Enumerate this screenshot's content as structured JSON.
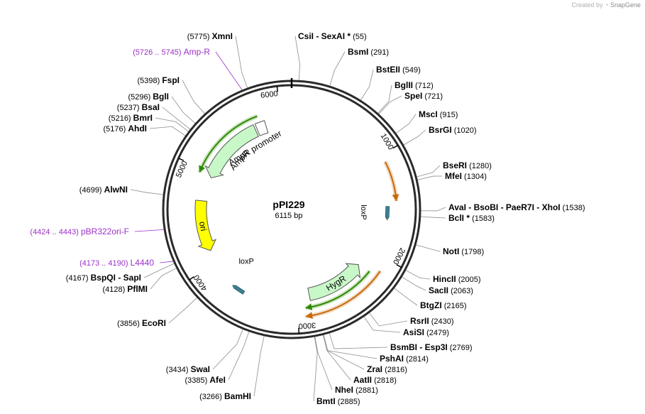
{
  "credit": {
    "prefix": "Created by",
    "brand": "SnapGene"
  },
  "plasmid": {
    "name": "pPI229",
    "length_label": "6115 bp",
    "length": 6115
  },
  "colors": {
    "backbone": "#2a2a2a",
    "enzyme_line": "#8c8c8c",
    "enzyme_label": "#000000",
    "feature_label_purple": "#9b30c8",
    "amp_fill": "#c8f7c8",
    "ori_fill": "#ffff00",
    "lox_fill": "#3a7f94",
    "orf_green": "#2c8a00",
    "orf_orange": "#c8690a"
  },
  "ticks": [
    {
      "label": "1000",
      "bp": 1000
    },
    {
      "label": "2000",
      "bp": 2000
    },
    {
      "label": "3000",
      "bp": 3000
    },
    {
      "label": "4000",
      "bp": 4000
    },
    {
      "label": "5000",
      "bp": 5000
    },
    {
      "label": "6000",
      "bp": 6000
    }
  ],
  "features": [
    {
      "name": "AmpR",
      "bp_start": 5700,
      "bp_end": 4950,
      "type": "arrow",
      "fill": "#c8f7c8"
    },
    {
      "name": "AmpR promoter",
      "bp_start": 5825,
      "bp_end": 5720,
      "type": "box",
      "fill": "#ffffff"
    },
    {
      "name": "ori",
      "bp_start": 4680,
      "bp_end": 4130,
      "type": "arrow",
      "fill": "#ffff00"
    },
    {
      "name": "HygR",
      "bp_start": 2860,
      "bp_end": 2200,
      "type": "arrow",
      "fill": "#c8f7c8"
    },
    {
      "name": "loxP",
      "bp_start": 1545,
      "bp_end": 1580,
      "type": "lox"
    },
    {
      "name": "loxP",
      "bp_start": 3650,
      "bp_end": 3610,
      "type": "lox"
    }
  ],
  "orfs": [
    {
      "bp_start": 5770,
      "bp_end": 4960,
      "color": "#2c8a00",
      "r": 140
    },
    {
      "bp_start": 2180,
      "bp_end": 2920,
      "color": "#2c8a00",
      "r": 140
    },
    {
      "bp_start": 1070,
      "bp_end": 1450,
      "color": "#c8690a",
      "r": 148
    },
    {
      "bp_start": 2120,
      "bp_end": 2930,
      "color": "#c8690a",
      "r": 152
    }
  ],
  "enzymes_right": [
    {
      "parts": [
        "CsiI",
        "SexAI *"
      ],
      "pos": "(55)",
      "bp": 55
    },
    {
      "parts": [
        "BsmI"
      ],
      "pos": "(291)",
      "bp": 291
    },
    {
      "parts": [
        "BstEII"
      ],
      "pos": "(549)",
      "bp": 549
    },
    {
      "parts": [
        "BglII"
      ],
      "pos": "(712)",
      "bp": 712
    },
    {
      "parts": [
        "SpeI"
      ],
      "pos": "(721)",
      "bp": 721
    },
    {
      "parts": [
        "MscI"
      ],
      "pos": "(915)",
      "bp": 915
    },
    {
      "parts": [
        "BsrGI"
      ],
      "pos": "(1020)",
      "bp": 1020
    },
    {
      "parts": [
        "BseRI"
      ],
      "pos": "(1280)",
      "bp": 1280
    },
    {
      "parts": [
        "MfeI"
      ],
      "pos": "(1304)",
      "bp": 1304
    },
    {
      "parts": [
        "AvaI",
        "BsoBI",
        "PaeR7I",
        "XhoI"
      ],
      "pos": "(1538)",
      "bp": 1538
    },
    {
      "parts": [
        "BclI *"
      ],
      "pos": "(1583)",
      "bp": 1583
    },
    {
      "parts": [
        "NotI"
      ],
      "pos": "(1798)",
      "bp": 1798
    },
    {
      "parts": [
        "HincII"
      ],
      "pos": "(2005)",
      "bp": 2005
    },
    {
      "parts": [
        "SacII"
      ],
      "pos": "(2063)",
      "bp": 2063
    },
    {
      "parts": [
        "BtgZI"
      ],
      "pos": "(2165)",
      "bp": 2165
    },
    {
      "parts": [
        "RsrII"
      ],
      "pos": "(2430)",
      "bp": 2430
    },
    {
      "parts": [
        "AsiSI"
      ],
      "pos": "(2479)",
      "bp": 2479
    },
    {
      "parts": [
        "BsmBI",
        "Esp3I"
      ],
      "pos": "(2769)",
      "bp": 2769
    },
    {
      "parts": [
        "PshAI"
      ],
      "pos": "(2814)",
      "bp": 2814
    },
    {
      "parts": [
        "ZraI"
      ],
      "pos": "(2816)",
      "bp": 2816
    },
    {
      "parts": [
        "AatII"
      ],
      "pos": "(2818)",
      "bp": 2818
    },
    {
      "parts": [
        "NheI"
      ],
      "pos": "(2881)",
      "bp": 2881
    },
    {
      "parts": [
        "BmtI"
      ],
      "pos": "(2885)",
      "bp": 2885
    }
  ],
  "enzymes_left": [
    {
      "parts": [
        "XmnI"
      ],
      "pos": "(5775)",
      "bp": 5775
    },
    {
      "parts": [
        "FspI"
      ],
      "pos": "(5398)",
      "bp": 5398
    },
    {
      "parts": [
        "BglI"
      ],
      "pos": "(5296)",
      "bp": 5296
    },
    {
      "parts": [
        "BsaI"
      ],
      "pos": "(5237)",
      "bp": 5237
    },
    {
      "parts": [
        "BmrI"
      ],
      "pos": "(5216)",
      "bp": 5216
    },
    {
      "parts": [
        "AhdI"
      ],
      "pos": "(5176)",
      "bp": 5176
    },
    {
      "parts": [
        "AlwNI"
      ],
      "pos": "(4699)",
      "bp": 4699
    },
    {
      "parts": [
        "BspQI",
        "SapI"
      ],
      "pos": "(4167)",
      "bp": 4167
    },
    {
      "parts": [
        "PflMI"
      ],
      "pos": "(4128)",
      "bp": 4128
    },
    {
      "parts": [
        "EcoRI"
      ],
      "pos": "(3856)",
      "bp": 3856
    },
    {
      "parts": [
        "SwaI"
      ],
      "pos": "(3434)",
      "bp": 3434
    },
    {
      "parts": [
        "AfeI"
      ],
      "pos": "(3385)",
      "bp": 3385
    },
    {
      "parts": [
        "BamHI"
      ],
      "pos": "(3266)",
      "bp": 3266
    }
  ],
  "primers": [
    {
      "range": "(5726 .. 5745)",
      "name": "Amp-R",
      "bp": 5735
    },
    {
      "range": "(4424 .. 4443)",
      "name": "pBR322ori-F",
      "bp": 4433
    },
    {
      "range": "(4173 .. 4190)",
      "name": "L4440",
      "bp": 4181
    }
  ]
}
